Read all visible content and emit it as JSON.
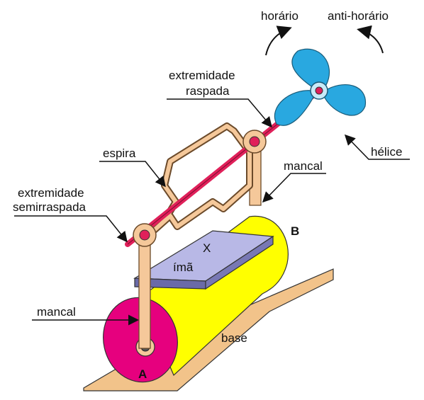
{
  "labels": {
    "clockwise": "horário",
    "counterclockwise": "anti-horário",
    "scraped_end_line1": "extremidade",
    "scraped_end_line2": "raspada",
    "semi_scraped_end_line1": "extremidade",
    "semi_scraped_end_line2": "semirraspada",
    "coil": "espira",
    "bearing_right": "mancal",
    "bearing_left": "mancal",
    "propeller": "hélice",
    "magnet": "ímã",
    "magnet_pole_top": "X",
    "pole_b": "B",
    "pole_a": "A",
    "base": "base"
  },
  "colors": {
    "cylinder_yellow": "#ffff00",
    "cylinder_end_magenta": "#e6007e",
    "base_wood": "#f2c38a",
    "magnet_top": "#b8b8e6",
    "magnet_side": "#6a6aa8",
    "propeller_blue": "#29a8e0",
    "shaft_red": "#e0205a",
    "coil_tan": "#f5c89a",
    "coil_stroke": "#6b4a2a"
  }
}
